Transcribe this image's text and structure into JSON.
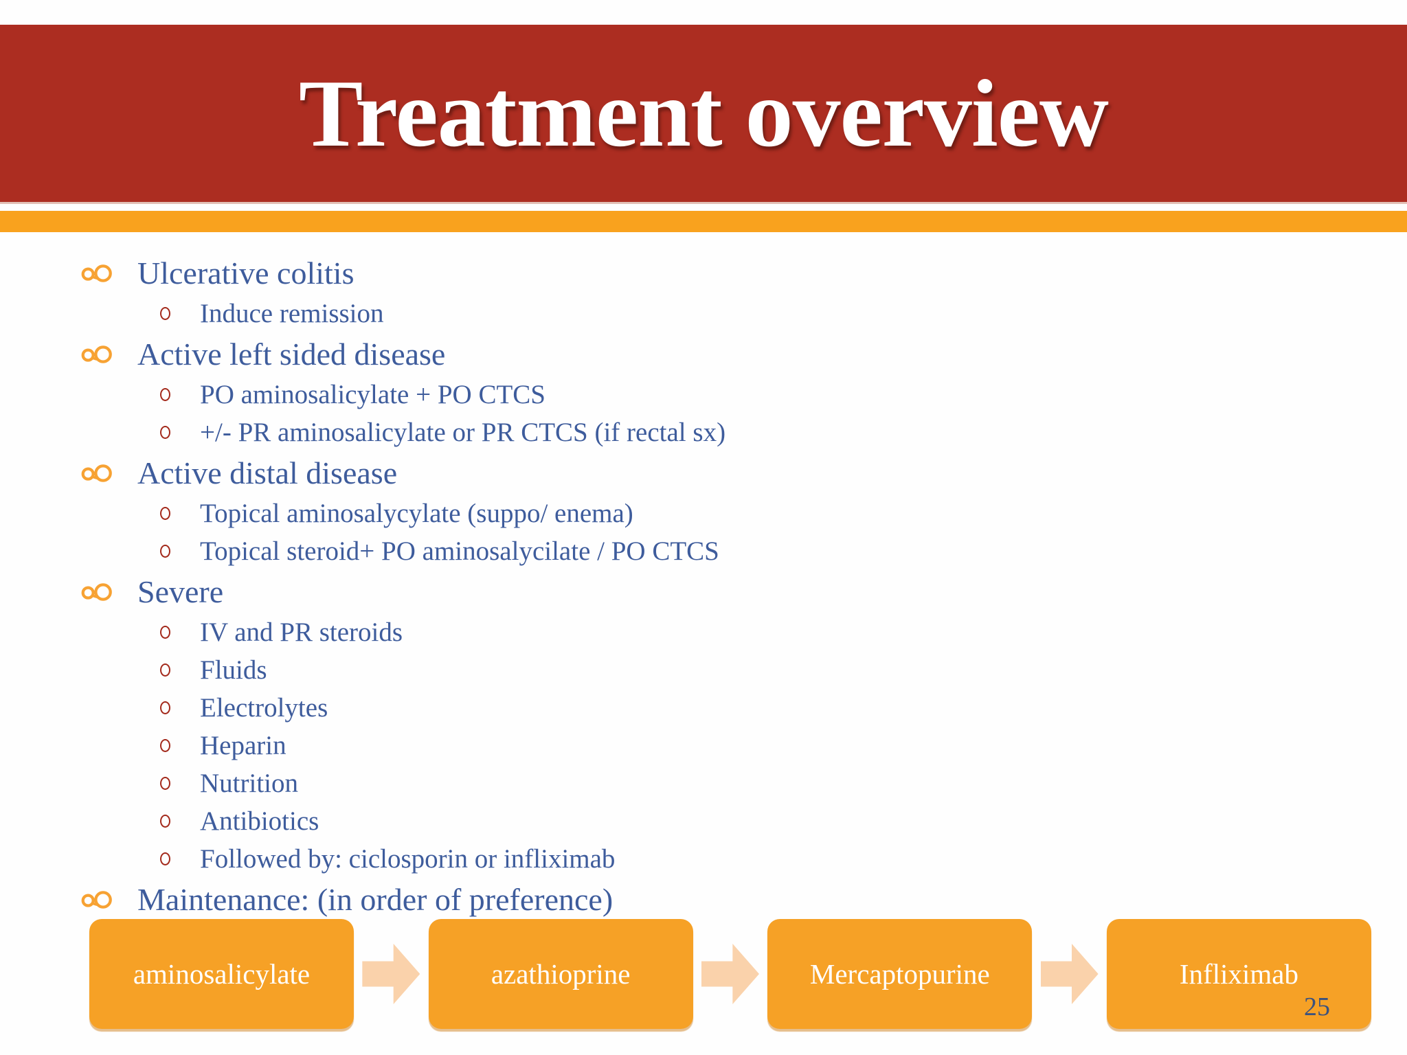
{
  "slide": {
    "title": "Treatment overview",
    "page_number": "25"
  },
  "list": {
    "items": [
      {
        "level": 1,
        "text": "Ulcerative colitis"
      },
      {
        "level": 2,
        "text": "Induce remission"
      },
      {
        "level": 1,
        "text": "Active left sided disease"
      },
      {
        "level": 2,
        "text": "PO aminosalicylate + PO CTCS"
      },
      {
        "level": 2,
        "text": "+/- PR aminosalicylate or PR CTCS (if rectal sx)"
      },
      {
        "level": 1,
        "text": "Active distal disease"
      },
      {
        "level": 2,
        "text": "Topical aminosalycylate (suppo/ enema)"
      },
      {
        "level": 2,
        "text": "Topical steroid+ PO aminosalycilate / PO CTCS"
      },
      {
        "level": 1,
        "text": "Severe"
      },
      {
        "level": 2,
        "text": "IV and PR steroids"
      },
      {
        "level": 2,
        "text": "Fluids"
      },
      {
        "level": 2,
        "text": "Electrolytes"
      },
      {
        "level": 2,
        "text": "Heparin"
      },
      {
        "level": 2,
        "text": "Nutrition"
      },
      {
        "level": 2,
        "text": "Antibiotics"
      },
      {
        "level": 2,
        "text": "Followed by: ciclosporin or infliximab"
      },
      {
        "level": 1,
        "text": "Maintenance: (in order of preference)"
      }
    ]
  },
  "flow": {
    "steps": [
      "aminosalicylate",
      "azathioprine",
      "Mercaptopurine",
      "Infliximab"
    ]
  },
  "icons": {
    "level1_bullet": "double-loop-ornament-icon",
    "level2_bullet": "open-circle-icon",
    "flow_connector": "right-arrow-icon"
  },
  "colors": {
    "banner_red": "#AC2D21",
    "stripe_orange": "#F9A21E",
    "box_orange": "#F6A126",
    "arrow_peach": "#FAD2AB",
    "text_blue": "#3E5C9C",
    "bullet_orange": "#F7A233",
    "circle_red": "#A3291B",
    "title_white": "#FFFFFF",
    "page_num_color": "#3B527E"
  }
}
